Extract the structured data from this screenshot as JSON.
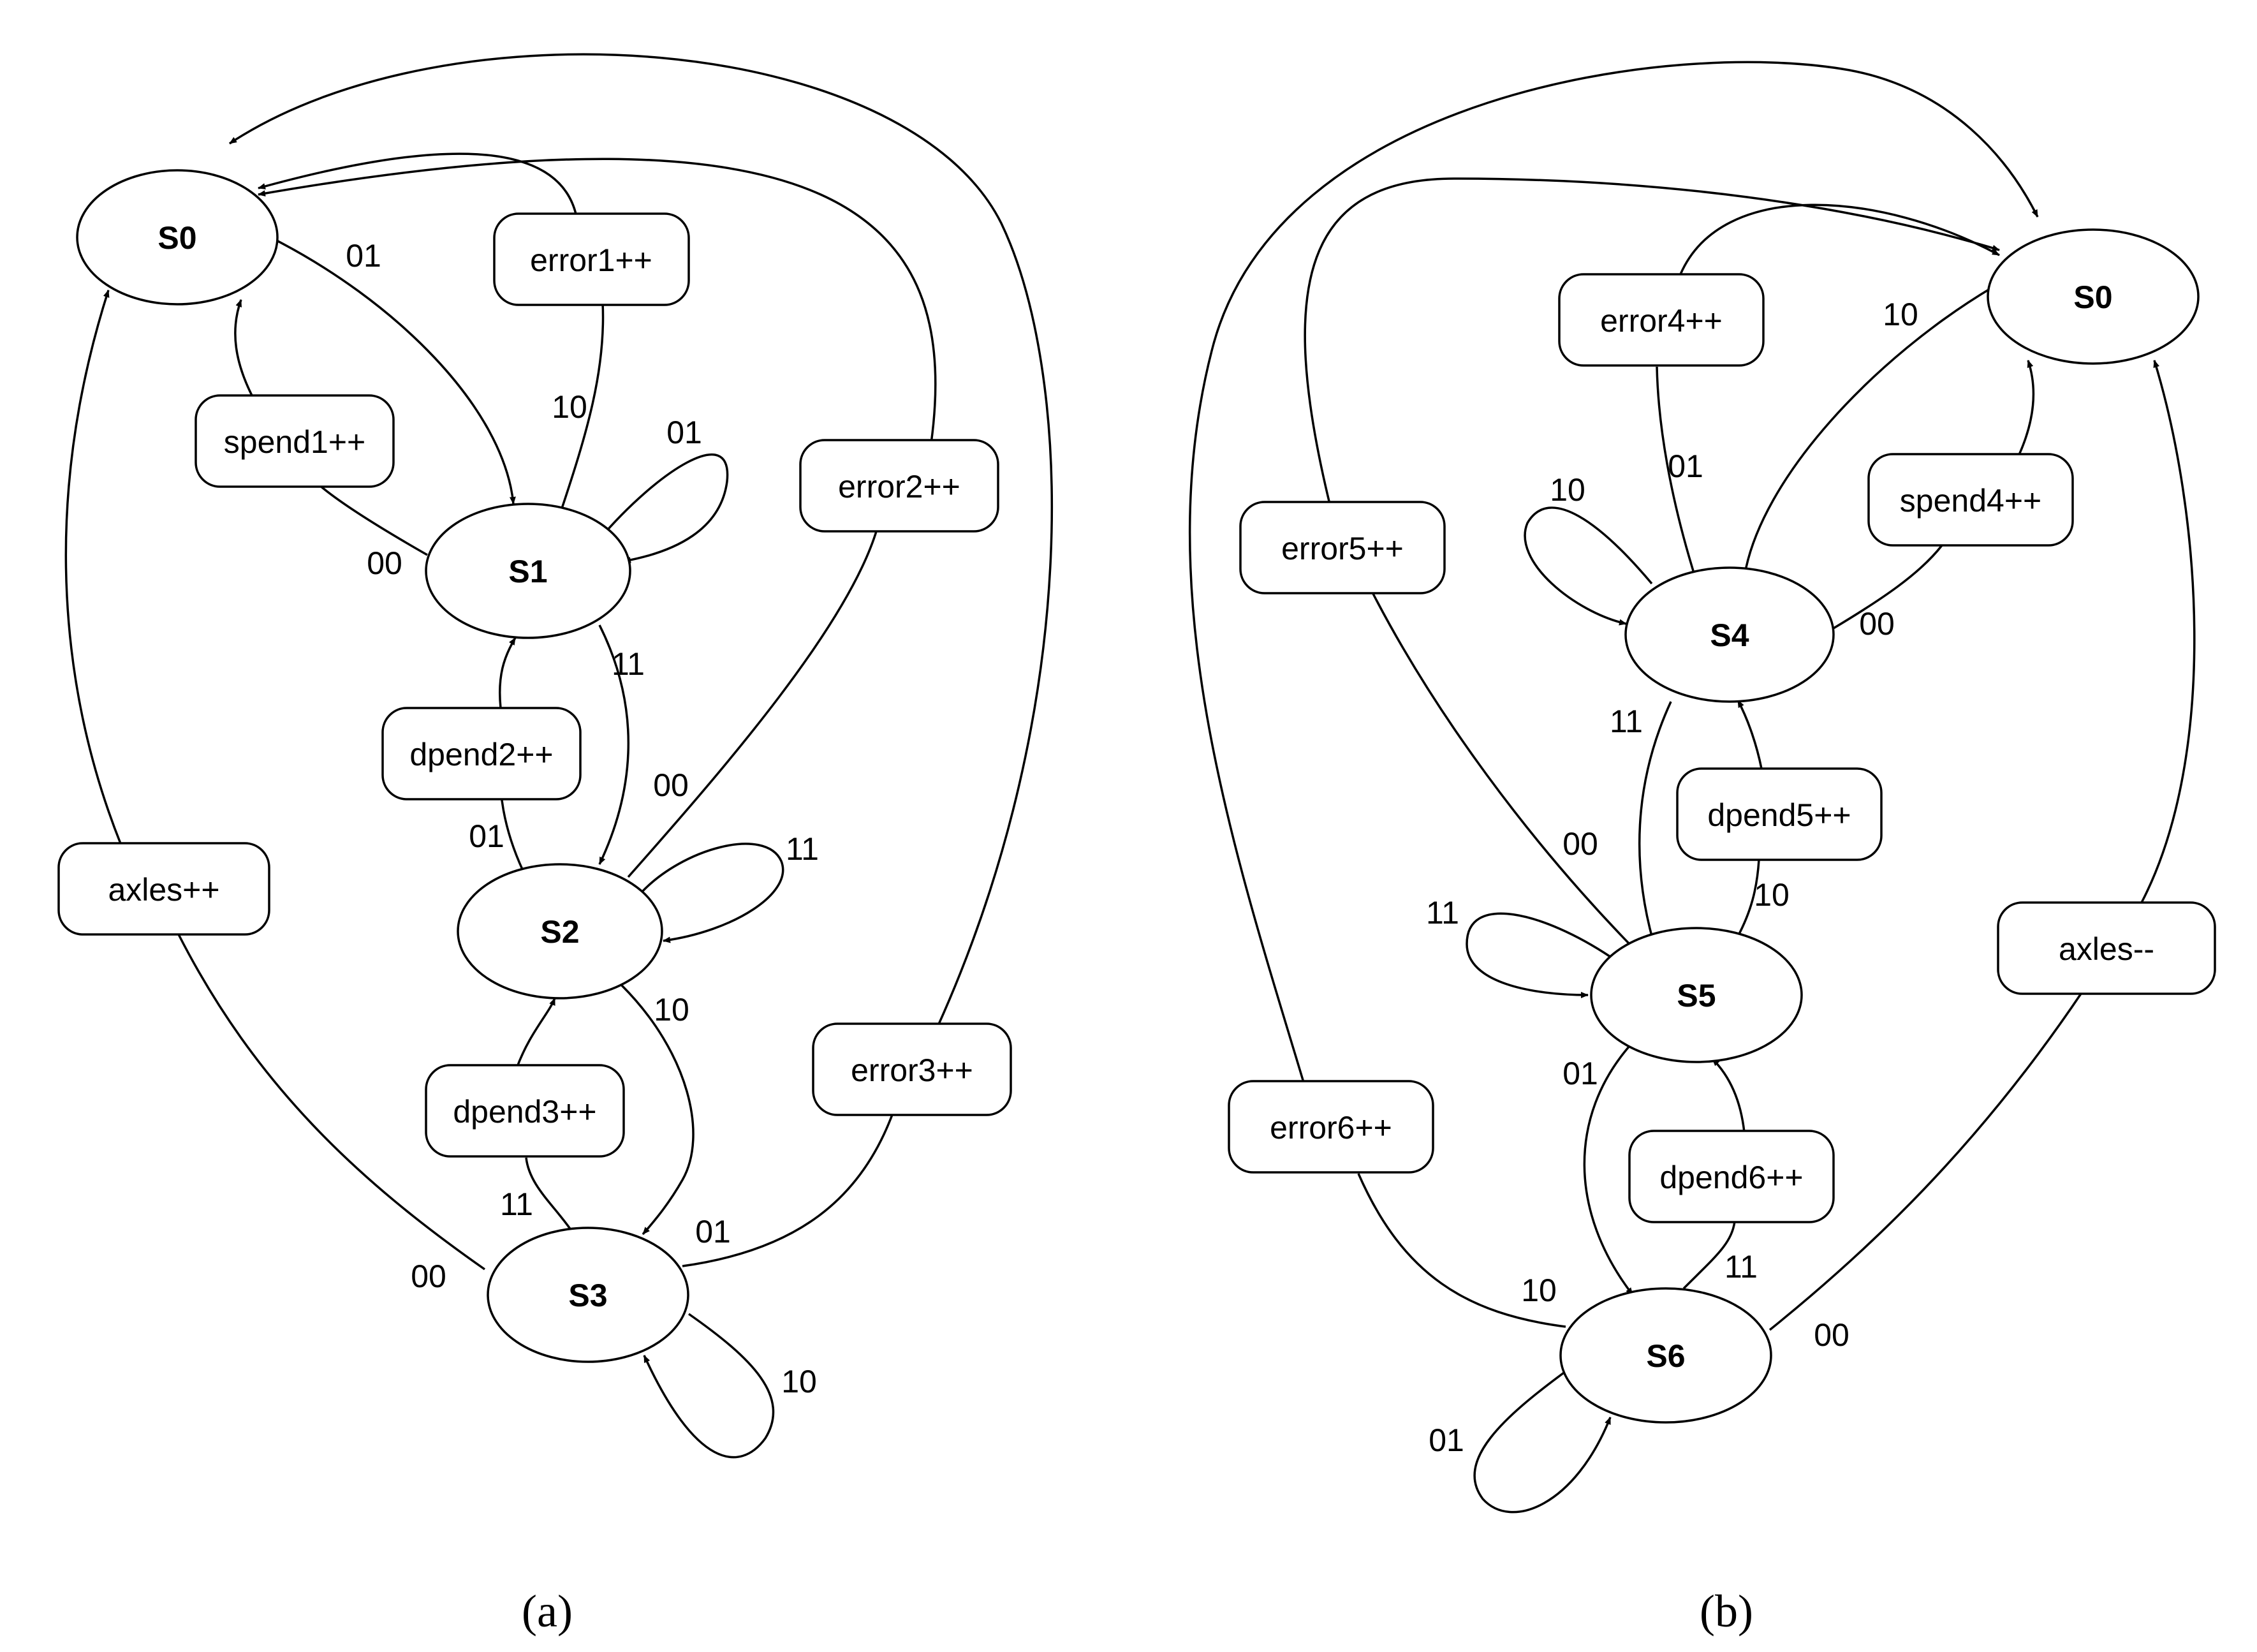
{
  "diagram_a": {
    "caption": "(a)",
    "states": {
      "S0": "S0",
      "S1": "S1",
      "S2": "S2",
      "S3": "S3"
    },
    "actions": {
      "error1": "error1++",
      "spend1": "spend1++",
      "error2": "error2++",
      "dpend2": "dpend2++",
      "axles_inc": "axles++",
      "dpend3": "dpend3++",
      "error3": "error3++"
    },
    "transitions": {
      "s0_s1": "01",
      "s1_error1": "10",
      "s1_self": "01",
      "s1_spend1": "00",
      "s1_s2": "11",
      "s2_dpend2": "01",
      "s2_error2": "00",
      "s2_self": "11",
      "s2_s3": "10",
      "s3_dpend3": "11",
      "s3_error3": "01",
      "s3_axles": "00",
      "s3_self": "10"
    }
  },
  "diagram_b": {
    "caption": "(b)",
    "states": {
      "S0": "S0",
      "S4": "S4",
      "S5": "S5",
      "S6": "S6"
    },
    "actions": {
      "error4": "error4++",
      "spend4": "spend4++",
      "error5": "error5++",
      "dpend5": "dpend5++",
      "axles_dec": "axles--",
      "error6": "error6++",
      "dpend6": "dpend6++"
    },
    "transitions": {
      "s0_s4": "10",
      "s4_error4": "01",
      "s4_self": "10",
      "s4_spend4": "00",
      "s4_s5": "11",
      "s5_error5": "00",
      "s5_dpend5": "10",
      "s5_self": "11",
      "s5_s6": "01",
      "s6_dpend6": "11",
      "s6_error6": "10",
      "s6_axles": "00",
      "s6_self": "01"
    }
  }
}
